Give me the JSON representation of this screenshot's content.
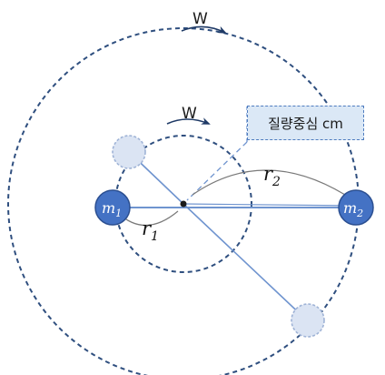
{
  "diagram": {
    "omega_outer_label": "W",
    "omega_inner_label": "W",
    "center_of_mass_label": "질량중심 cm",
    "mass1": {
      "symbol": "m",
      "subscript": "1"
    },
    "mass2": {
      "symbol": "m",
      "subscript": "2"
    },
    "radius1": {
      "symbol": "r",
      "subscript": "1"
    },
    "radius2": {
      "symbol": "r",
      "subscript": "2"
    },
    "colors": {
      "orbit_stroke": "#2f4f7f",
      "mass_fill": "#4472c4",
      "mass_stroke": "#2b4f91",
      "ghost_fill": "#dbe4f3",
      "ghost_stroke": "#9fb3d6",
      "rod": "#6f94cf",
      "box_fill": "#dbe8f6",
      "box_border": "#4f7cbf"
    }
  }
}
